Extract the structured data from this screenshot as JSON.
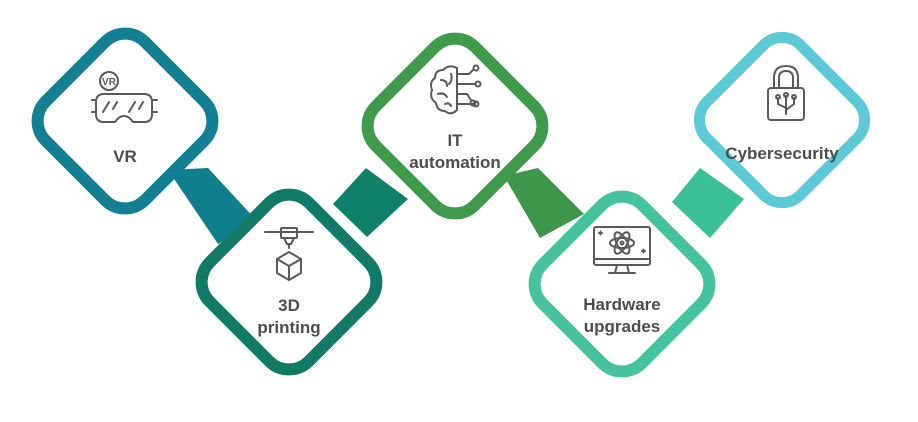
{
  "nodes": [
    {
      "id": "vr",
      "lines": [
        "VR"
      ],
      "icon": "vr-headset-icon",
      "icon_text": "VR",
      "color": "#137f93"
    },
    {
      "id": "3d-printing",
      "lines": [
        "3D",
        "printing"
      ],
      "icon": "3d-printer-icon",
      "color": "#117a66"
    },
    {
      "id": "it-automation",
      "lines": [
        "IT",
        "automation"
      ],
      "icon": "brain-circuit-icon",
      "color": "#3f9a4c"
    },
    {
      "id": "hardware-upgrades",
      "lines": [
        "Hardware",
        "upgrades"
      ],
      "icon": "monitor-atom-icon",
      "color": "#45c29f"
    },
    {
      "id": "cybersecurity",
      "lines": [
        "Cybersecurity"
      ],
      "icon": "padlock-circuit-icon",
      "color": "#5cc9d6"
    }
  ],
  "connectors": [
    {
      "from": "vr",
      "to": "3d-printing",
      "color": "#0f7f8e"
    },
    {
      "from": "3d-printing",
      "to": "it-automation",
      "color": "#0f8069"
    },
    {
      "from": "it-automation",
      "to": "hardware-upgrades",
      "color": "#3d964a"
    },
    {
      "from": "hardware-upgrades",
      "to": "cybersecurity",
      "color": "#3bbf97"
    }
  ],
  "icon_color": "#5a5a5a"
}
